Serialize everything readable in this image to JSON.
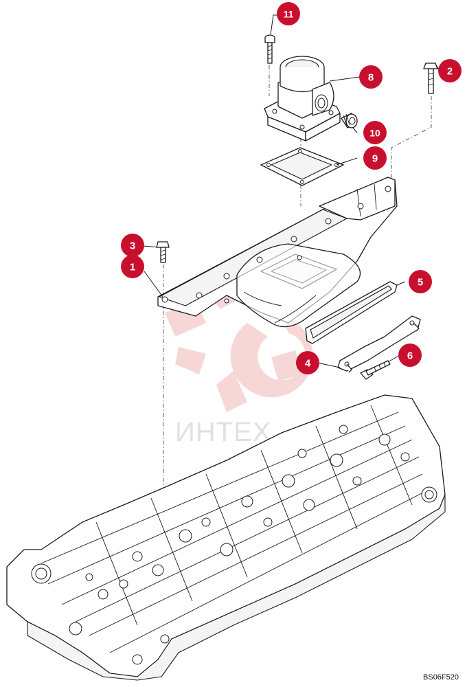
{
  "diagram": {
    "reference_code": "BS06F520",
    "watermark_text": "ИНТЕХ",
    "callout_color": "#c8102e",
    "watermark_color": "#f2b5b5",
    "callouts": [
      "1",
      "2",
      "3",
      "4",
      "5",
      "6",
      "8",
      "9",
      "10",
      "11"
    ]
  }
}
